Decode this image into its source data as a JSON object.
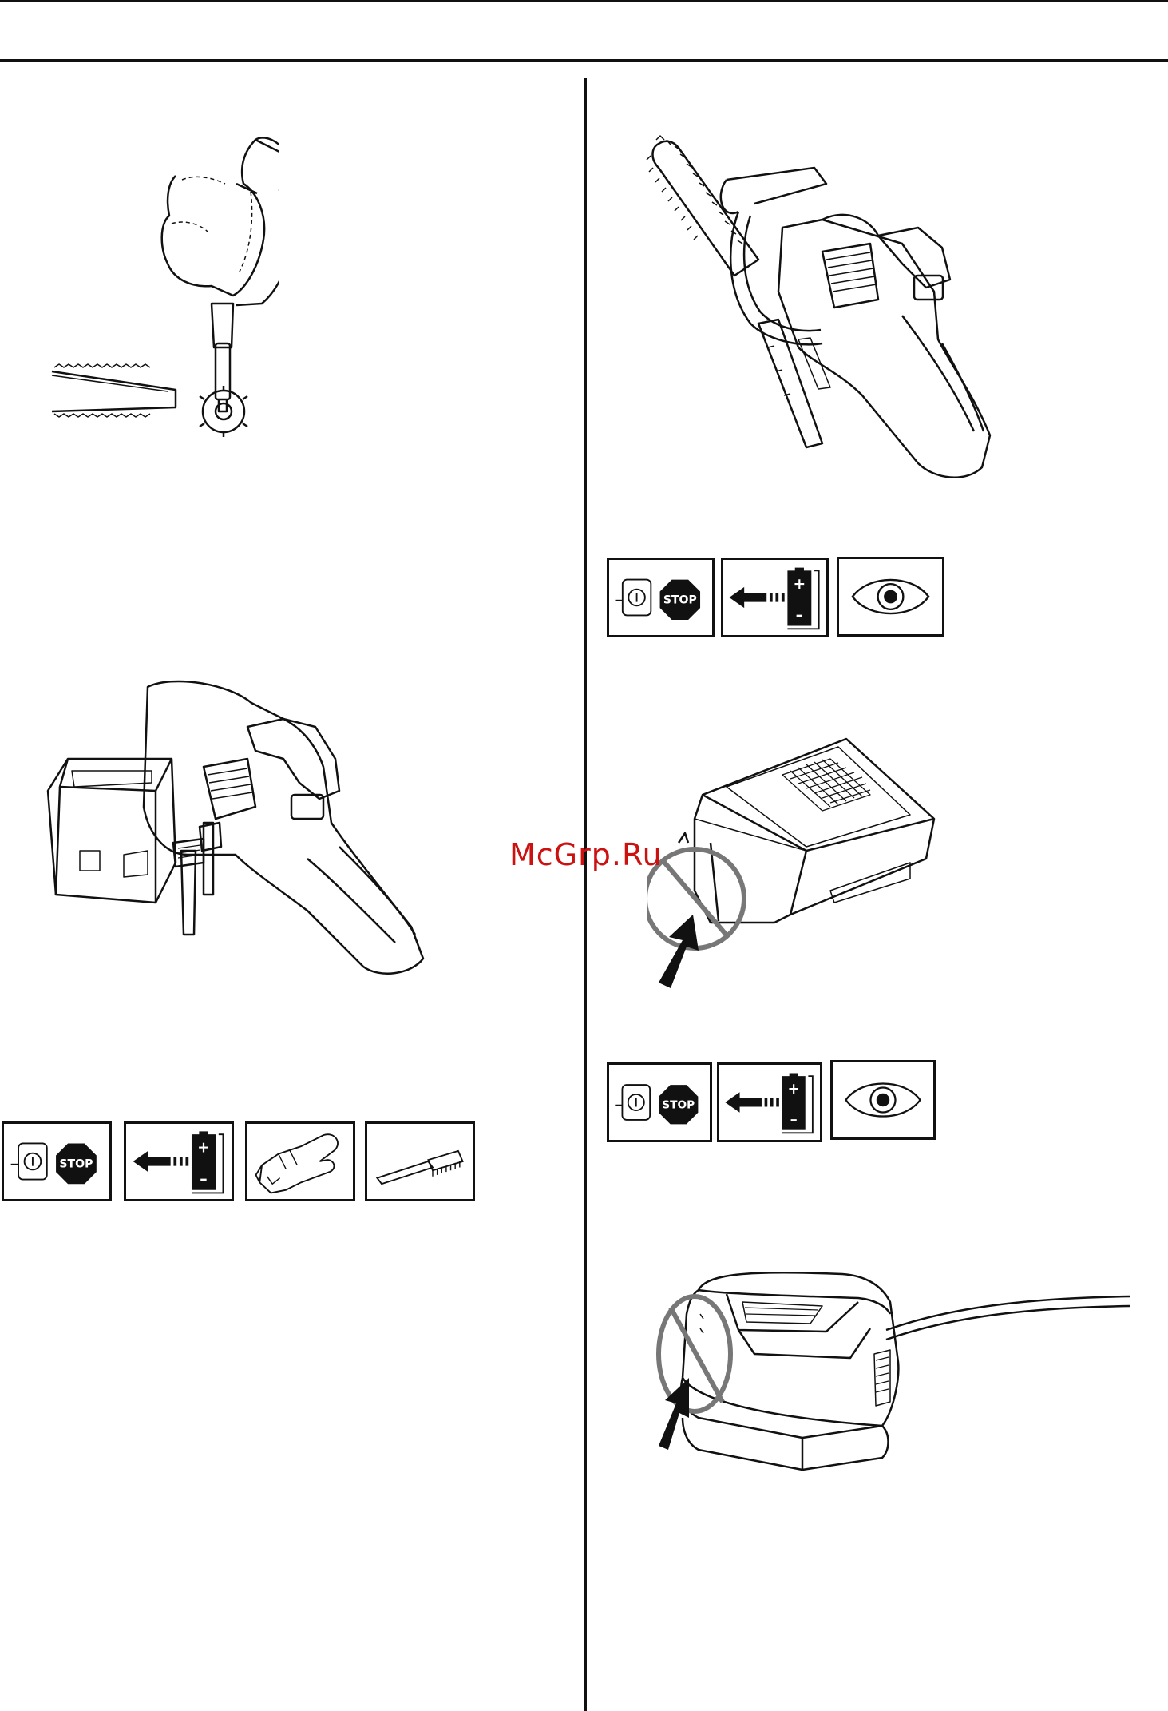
{
  "watermark": {
    "text": "McGrp.Ru",
    "color": "#cc1111"
  },
  "icons": {
    "stop_label": "STOP",
    "battery_plus": "+",
    "battery_minus": "–"
  },
  "illustrations": [
    {
      "name": "gloved-hand-screwdriver-sprocket"
    },
    {
      "name": "chainsaw-battery-cleaning-brush"
    },
    {
      "name": "chainsaw-overview"
    },
    {
      "name": "battery-prohibited-touch"
    },
    {
      "name": "charger-prohibited-touch"
    }
  ],
  "icon_rows": [
    [
      "stop-switch-icon",
      "remove-battery-icon",
      "protective-glove-icon",
      "cleaning-brush-icon"
    ],
    [
      "stop-switch-icon",
      "remove-battery-icon",
      "inspect-eye-icon"
    ],
    [
      "stop-switch-icon",
      "remove-battery-icon",
      "inspect-eye-icon"
    ]
  ]
}
